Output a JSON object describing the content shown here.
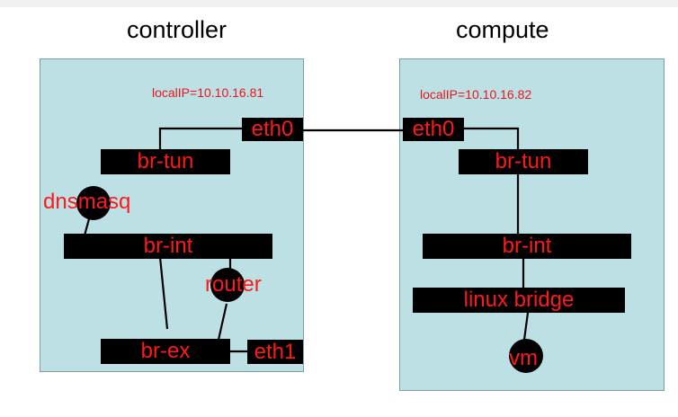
{
  "controller": {
    "title": "controller",
    "local_ip": "localIP=10.10.16.81",
    "eth0": "eth0",
    "br_tun": "br-tun",
    "dnsmasq": "dnsmasq",
    "br_int": "br-int",
    "router": "router",
    "br_ex": "br-ex",
    "eth1": "eth1"
  },
  "compute": {
    "title": "compute",
    "local_ip": "localIP=10.10.16.82",
    "eth0": "eth0",
    "br_tun": "br-tun",
    "br_int": "br-int",
    "linux_bridge": "linux bridge",
    "vm": "vm"
  },
  "colors": {
    "host_fill": "#bde0e4",
    "host_border": "#7a9ea3",
    "label_red": "#ff1a1a",
    "bar_black": "#000000"
  }
}
